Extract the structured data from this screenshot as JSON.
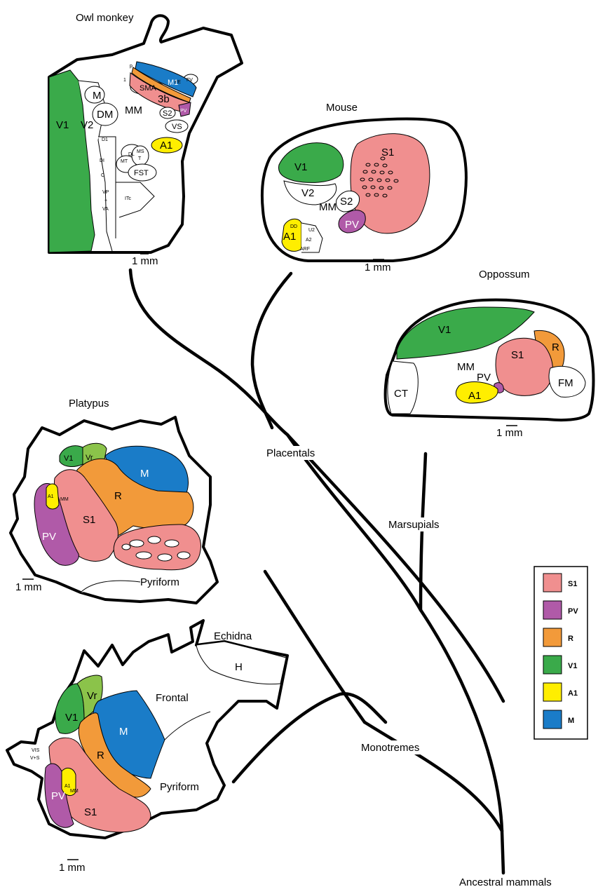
{
  "colors": {
    "S1": "#f08f8f",
    "PV": "#b05aa8",
    "R": "#f29a3a",
    "V1": "#3aaa4a",
    "A1": "#ffee00",
    "M": "#1a7cc8",
    "Vr": "#8bc34a"
  },
  "species": {
    "owl_monkey": {
      "title": "Owl monkey",
      "scale": "1 mm",
      "labels": {
        "V1": "V1",
        "V2": "V2",
        "M": "M",
        "DM": "DM",
        "MM": "MM",
        "D1": "D1",
        "DL": "DL",
        "MT": "MT",
        "MST": "MS\nT",
        "MS": "MS",
        "T": "T",
        "FST": "FST",
        "DI": "DI",
        "C": "C",
        "VP": "VP",
        "plus": "+",
        "VA": "VA",
        "ITc": "ITc",
        "SMA": "SMA",
        "M1": "M1",
        "3b": "3b",
        "S2": "S2",
        "PV": "PV",
        "VS": "VS",
        "A1": "A1",
        "p": "p",
        "one": "1",
        "FE": "FE",
        "FV": "FV"
      }
    },
    "mouse": {
      "title": "Mouse",
      "scale": "1 mm",
      "labels": {
        "V1": "V1",
        "V2": "V2",
        "S1": "S1",
        "MM": "MM",
        "S2": "S2",
        "PV": "PV",
        "A1": "A1",
        "DD": "DD",
        "U2": "U2",
        "A2": "A2",
        "ARF": "ARF"
      }
    },
    "opossum": {
      "title": "Oppossum",
      "scale": "1 mm",
      "labels": {
        "V1": "V1",
        "S1": "S1",
        "R": "R",
        "MM": "MM",
        "PV": "PV",
        "CT": "CT",
        "A1": "A1",
        "FM": "FM"
      }
    },
    "platypus": {
      "title": "Platypus",
      "scale": "1 mm",
      "labels": {
        "V1": "V1",
        "Vr": "Vr",
        "M": "M",
        "R": "R",
        "S1": "S1",
        "PV": "PV",
        "A1": "A1",
        "MM": "MM",
        "Pyriform": "Pyriform"
      }
    },
    "echidna": {
      "title": "Echidna",
      "scale": "1 mm",
      "labels": {
        "H": "H",
        "Frontal": "Frontal",
        "V1": "V1",
        "Vr": "Vr",
        "M": "M",
        "R": "R",
        "S1": "S1",
        "PV": "PV",
        "A1": "A1",
        "MM": "MM",
        "VIS": "VIS",
        "VS": "V+S",
        "Pyriform": "Pyriform"
      }
    }
  },
  "tree": {
    "placentals": "Placentals",
    "marsupials": "Marsupials",
    "monotremes": "Monotremes",
    "ancestral": "Ancestral mammals"
  },
  "legend": [
    {
      "key": "S1",
      "label": "S1",
      "color": "#f08f8f"
    },
    {
      "key": "PV",
      "label": "PV",
      "color": "#b05aa8"
    },
    {
      "key": "R",
      "label": "R",
      "color": "#f29a3a"
    },
    {
      "key": "V1",
      "label": "V1",
      "color": "#3aaa4a"
    },
    {
      "key": "A1",
      "label": "A1",
      "color": "#ffee00"
    },
    {
      "key": "M",
      "label": "M",
      "color": "#1a7cc8"
    }
  ]
}
